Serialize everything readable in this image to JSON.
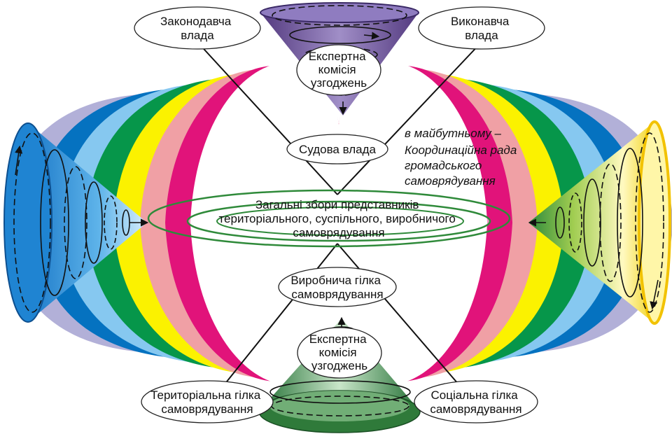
{
  "colors": {
    "rings": [
      "#b2b0d8",
      "#0572c0",
      "#86c8f0",
      "#06964a",
      "#fbf200",
      "#f0a0a5",
      "#e1137a"
    ],
    "blue_cone": "#1d86d4",
    "yellow_cone": "#f5dc1a",
    "purple_cone": "#6b4c9a",
    "green_cone": "#2b8f40",
    "ellipse_stroke": "#2f8a3a"
  },
  "nodes": {
    "legislative": [
      "Законодавча",
      "влада"
    ],
    "executive": [
      "Виконавча",
      "влада"
    ],
    "expert_top": [
      "Експертна",
      "комісія",
      "узгоджень"
    ],
    "judicial": [
      "Судова влада"
    ],
    "general_assembly": [
      "Загальні збори представників",
      "територіального, суспільного, виробничого",
      "самоврядування"
    ],
    "production": [
      "Виробнича гілка",
      "самоврядування"
    ],
    "expert_bottom": [
      "Експертна",
      "комісія",
      "узгоджень"
    ],
    "territorial": [
      "Територіальна гілка",
      "самоврядування"
    ],
    "social": [
      "Соціальна гілка",
      "самоврядування"
    ]
  },
  "note": [
    "в майбутньому –",
    "Координаційна рада",
    "громадського",
    "самоврядування"
  ]
}
